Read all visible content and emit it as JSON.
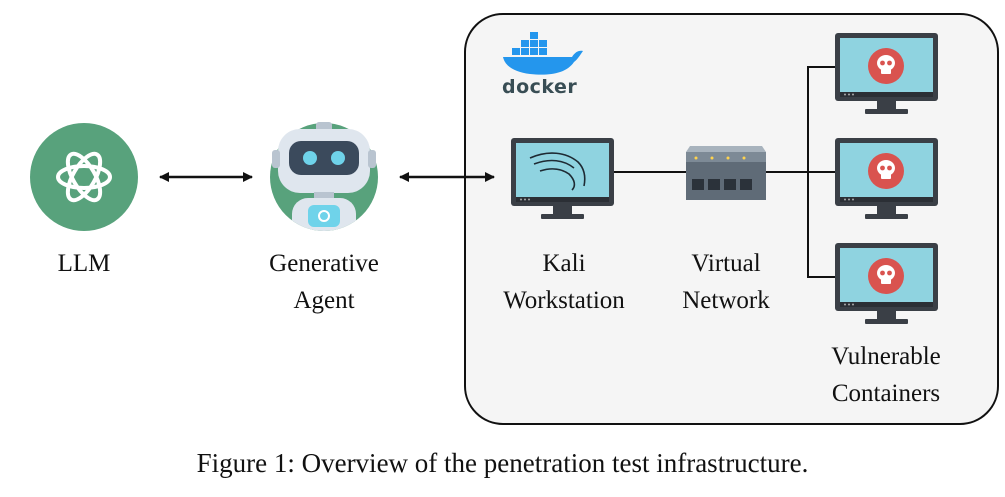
{
  "docker_logo": {
    "wordmark": "docker"
  },
  "labels": {
    "llm": "LLM",
    "agent_line1": "Generative",
    "agent_line2": "Agent",
    "kali_line1": "Kali",
    "kali_line2": "Workstation",
    "network_line1": "Virtual",
    "network_line2": "Network",
    "vuln_line1": "Vulnerable",
    "vuln_line2": "Containers"
  },
  "caption": "Figure 1: Overview of the penetration test infrastructure.",
  "colors": {
    "llm_green": "#58a27c",
    "docker_blue": "#2496ed",
    "monitor_screen": "#8fd3e0",
    "monitor_frame": "#3a3f46",
    "skull_red": "#d9534f",
    "router_gray": "#7d8a96",
    "agent_head": "#cfd8e3",
    "agent_visor": "#3b4a5c",
    "agent_eye": "#6fd3ea",
    "agent_bg": "#58a27c"
  },
  "icons": [
    "openai-logo-icon",
    "robot-agent-icon",
    "docker-whale-icon",
    "kali-dragon-icon",
    "network-switch-icon",
    "skull-icon"
  ]
}
